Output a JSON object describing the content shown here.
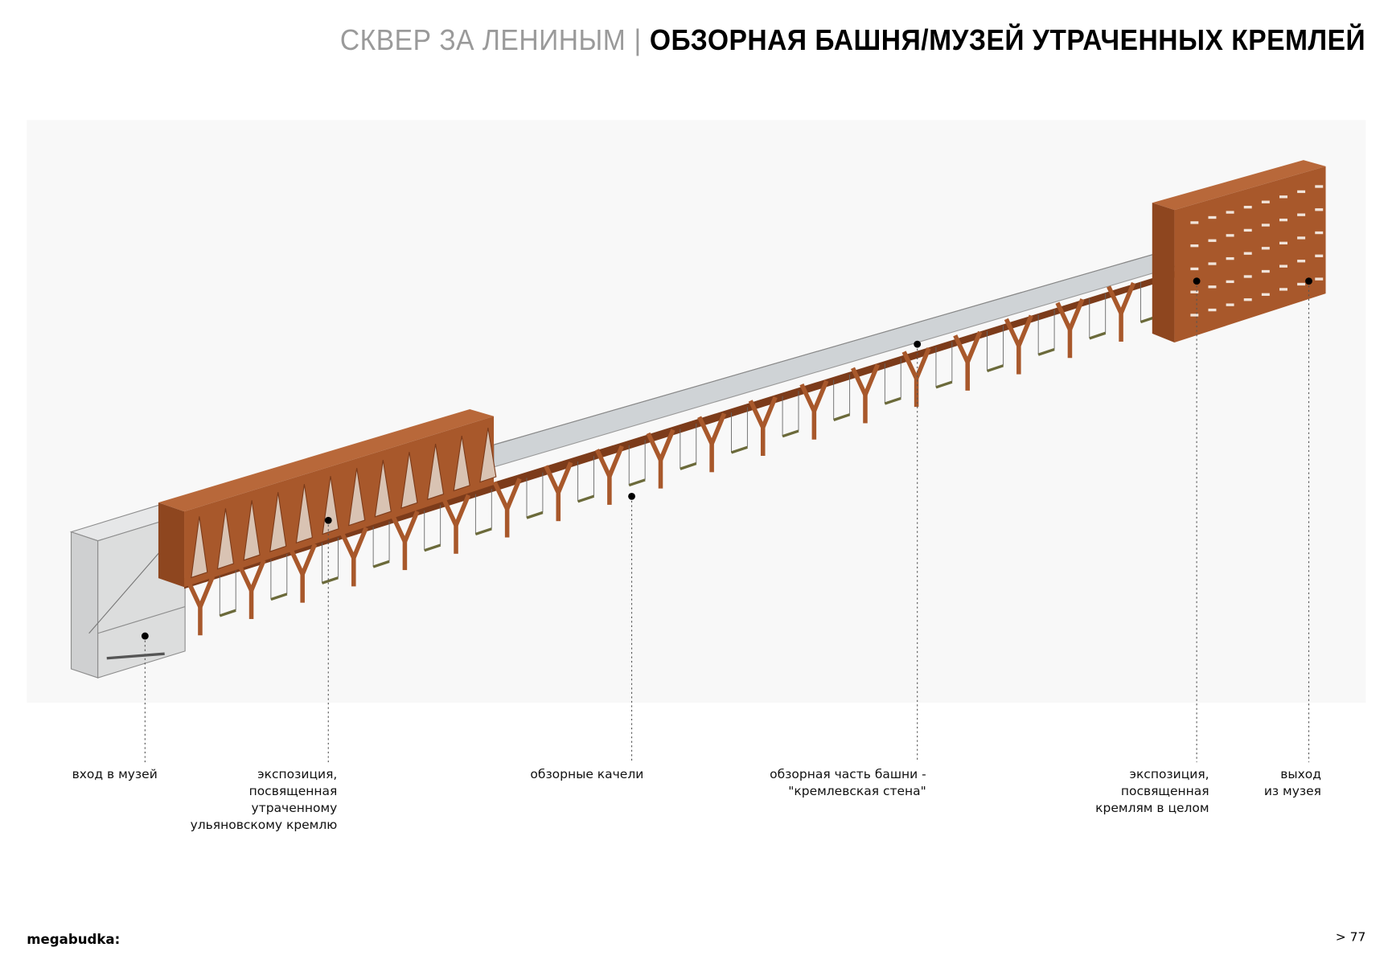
{
  "header": {
    "section": "СКВЕР ЗА ЛЕНИНЫМ",
    "separator": "|",
    "title": "ОБЗОРНАЯ БАШНЯ/МУЗЕЙ УТРАЧЕННЫХ КРЕМЛЕЙ"
  },
  "annotations": [
    {
      "lines": [
        "вход в музей"
      ]
    },
    {
      "lines": [
        "экспозиция,",
        "посвященная",
        "утраченному",
        "ульяновскому кремлю"
      ]
    },
    {
      "lines": [
        "обзорные качели"
      ]
    },
    {
      "lines": [
        "обзорная часть башни -",
        "\"кремлевская стена\""
      ]
    },
    {
      "lines": [
        "экспозиция,",
        "посвященная",
        "кремлям в целом"
      ]
    },
    {
      "lines": [
        "выход",
        "из музея"
      ]
    }
  ],
  "footer": {
    "brand": "megabudka:",
    "page": "> 77"
  },
  "colors": {
    "corten": "#a8582b",
    "corten_dark": "#7c3b1a",
    "glass": "#c9cdd0"
  }
}
